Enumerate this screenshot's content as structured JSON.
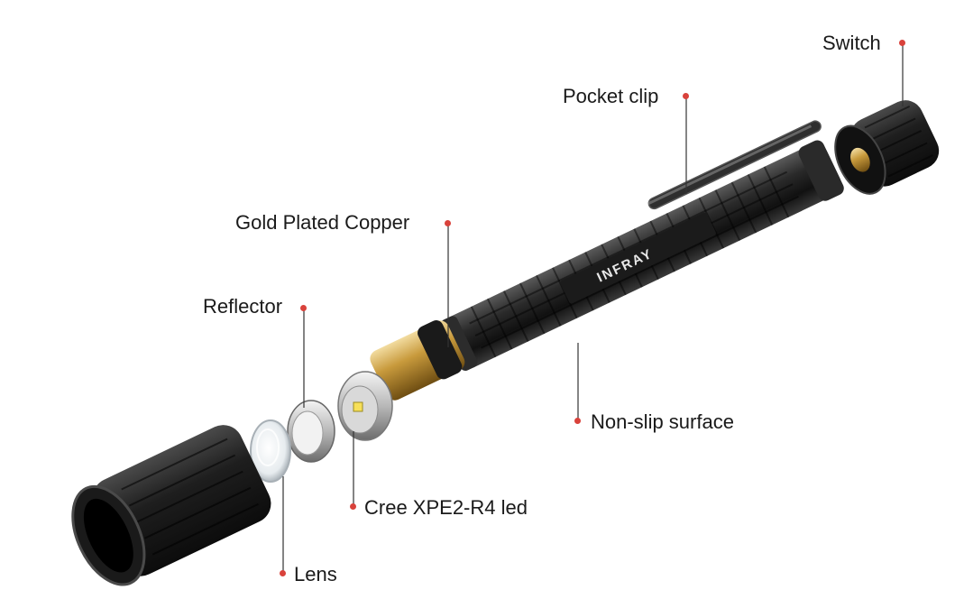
{
  "brand_text": "INFRAY",
  "accent_color": "#d9423b",
  "labels": {
    "switch": "Switch",
    "pocket_clip": "Pocket clip",
    "gold_plated_copper": "Gold Plated Copper",
    "reflector": "Reflector",
    "non_slip_surface": "Non-slip surface",
    "cree_led": "Cree XPE2-R4 led",
    "lens": "Lens"
  }
}
